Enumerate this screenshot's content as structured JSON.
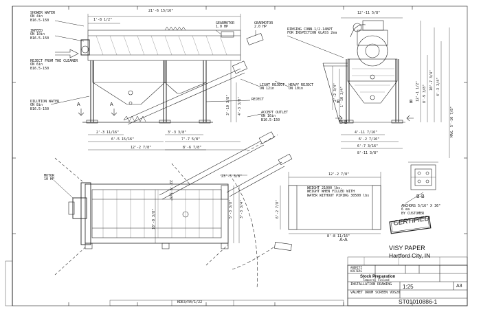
{
  "callouts": {
    "shower_water": "SHOWER WATER\nON 4in\nB16.5-150",
    "infeed": "INFEED\nON 10in\nB16.5-150",
    "reject_cleaner": "REJECT FROM THE CLEANER\nON 6in\nB16.5-150",
    "dilution_water": "DILUTION WATER\nON 8in\nB16.5-150",
    "gearmotor_1": "GEARMOTOR\n1.0 HP",
    "gearmotor_2": "GEARMOTOR\n2.0 HP",
    "rinsing": "RINSING CONN.1/2-14NPT\nFOR INSPECTION GLASS 2ea",
    "light_reject": "LIGHT REJECT\nON 12in",
    "heavy_reject": "HEAVY REJECT\nON 10in",
    "reject": "REJECT",
    "accept_outlet": "ACCEPT OUTLET\nON 16in\nB16.5-150",
    "motor": "MOTOR\n10 HP",
    "weight_note": "WEIGHT 21000 lbs.\nWEIGHT WHEN FILLED WITH\nWATER WITHOUT PIPING 30500 lbs",
    "anchors": "ANCHORS 5/16\" X 36\"\n6 ea\nBY CUSTOMER"
  },
  "dimensions": {
    "top_overall": "21'-6 15/16\"",
    "top_left": "1'-8 1/2\"",
    "d1": "2'-3 11/16\"",
    "d2": "6'-5 15/16\"",
    "d3": "12'-2 7/8\"",
    "d4": "3'-3 3/8\"",
    "d5": "7'-7 5/8\"",
    "d6": "8'-6 7/8\"",
    "d7": "3'-10 3/8\"",
    "d8": "4'-3 3/8\"",
    "right_top": "12'-11 5/8\"",
    "r1": "4'-11 7/16\"",
    "r2": "6'-2 7/16\"",
    "r3": "6'-7 3/16\"",
    "r4": "8'-11 3/8\"",
    "vert_r1": "12'-1 1/2\"",
    "vert_r2": "8'-9 3/8\"",
    "vert_r3": "10'-7 3/4\"",
    "vert_r4": "4'-3 3/4\"",
    "vert_r5": "2'-2 3/4\"",
    "vert_r6": "1'-10 3/4\"",
    "vert_far": "MAX. 5'-10 7/8\"",
    "plan_a": "22'-5 3/8\"",
    "plan_b": "23'-5 3/8\"",
    "plan_c": "5'-3 3/8\"",
    "plan_d": "10'-0 3/8\"",
    "plan_e": "3'-3 3/4\"",
    "aa_top": "12'-2 7/8\"",
    "aa_side": "6'-2 7/8\"",
    "aa_w": "8'-8 11/16\""
  },
  "section_labels": {
    "a_left": "A",
    "a_right": "A",
    "b_left": "B",
    "b_right": "B",
    "bb": "B-B",
    "aa": "A-A",
    "bb_detail": "B-B"
  },
  "stamp": "CERTIFIED",
  "client": {
    "name": "VISY PAPER",
    "location": "Hartford City, IN"
  },
  "title_block": {
    "company": "ANDRITZ\nKÜSTERS",
    "title": "Stock Preparation",
    "subtitle": "Tampere, Finland",
    "desc_1": "INSTALLATION DRAWING",
    "desc_2": "VALMET DRUM SCREEN VDS20",
    "scale": "1:25",
    "number": "ST01010886-1",
    "sheet_no": "A3"
  },
  "bottom_ref": "KDE3/R4/1/22"
}
